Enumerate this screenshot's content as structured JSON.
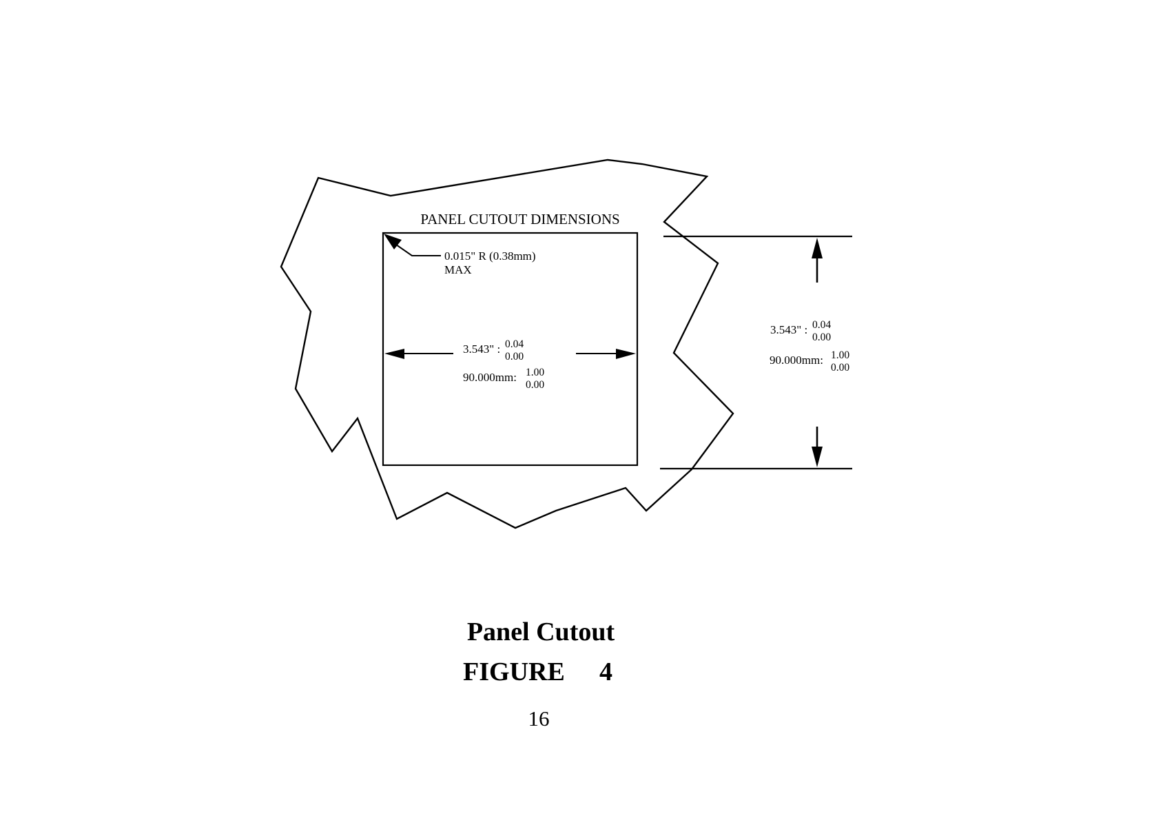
{
  "colors": {
    "ink": "#000000",
    "paper": "#ffffff"
  },
  "diagram": {
    "title": "PANEL CUTOUT DIMENSIONS",
    "corner_note_line1": "0.015\" R (0.38mm)",
    "corner_note_line2": "MAX",
    "width_dim": {
      "inch_label": "3.543\" :",
      "inch_tol_top": "0.04",
      "inch_tol_bottom": "0.00",
      "mm_label": "90.000mm:",
      "mm_tol_top": "1.00",
      "mm_tol_bottom": "0.00"
    },
    "height_dim": {
      "inch_label": "3.543\" :",
      "inch_tol_top": "0.04",
      "inch_tol_bottom": "0.00",
      "mm_label": "90.000mm:",
      "mm_tol_top": "1.00",
      "mm_tol_bottom": "0.00"
    }
  },
  "caption": {
    "title": "Panel Cutout",
    "figure_label": "FIGURE",
    "figure_number": "4"
  },
  "page_number": "16"
}
